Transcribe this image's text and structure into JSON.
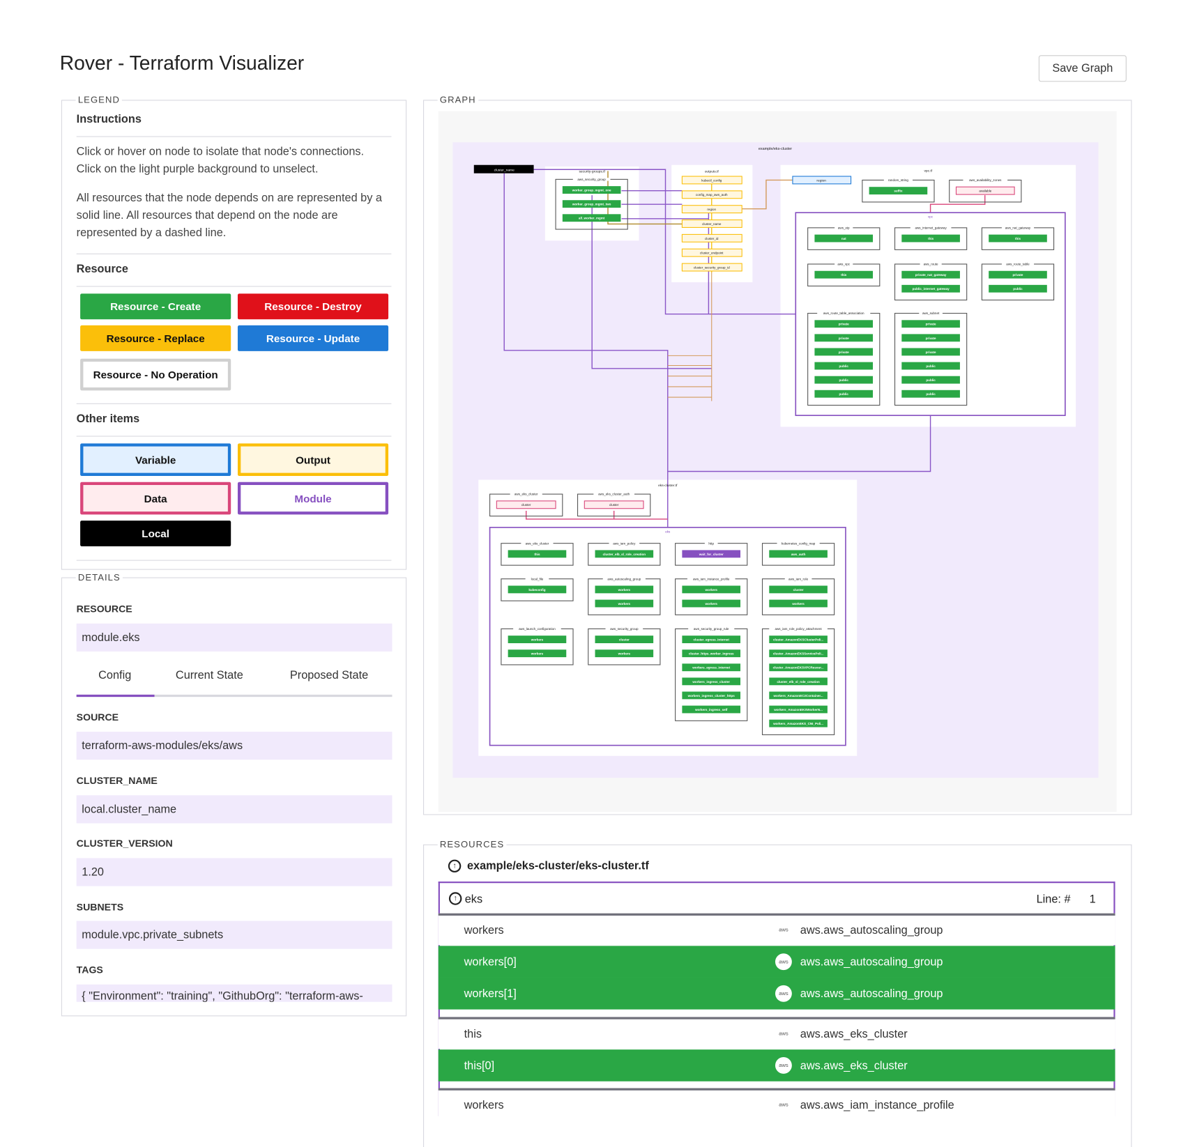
{
  "app": {
    "title": "Rover - Terraform Visualizer",
    "save_label": "Save Graph"
  },
  "legend": {
    "label": "LEGEND",
    "instructions_heading": "Instructions",
    "instructions_p1": "Click or hover on node to isolate that node's connections. Click on the light purple background to unselect.",
    "instructions_p2": "All resources that the node depends on are represented by a solid line. All resources that depend on the node are represented by a dashed line.",
    "resource_heading": "Resource",
    "resource_items": [
      {
        "label": "Resource - Create",
        "color": "#2aa745"
      },
      {
        "label": "Resource - Destroy",
        "color": "#e0111a"
      },
      {
        "label": "Resource - Replace",
        "color": "#fbbf0a"
      },
      {
        "label": "Resource - Update",
        "color": "#1f7ad6"
      },
      {
        "label": "Resource - No Operation",
        "color": "#ffffff"
      }
    ],
    "other_heading": "Other items",
    "other_items": [
      {
        "label": "Variable",
        "color": "#1f7ad6"
      },
      {
        "label": "Output",
        "color": "#fbbf0a"
      },
      {
        "label": "Data",
        "color": "#d9467a"
      },
      {
        "label": "Module",
        "color": "#8650c0"
      },
      {
        "label": "Local",
        "color": "#000000"
      }
    ]
  },
  "details": {
    "label": "DETAILS",
    "resource_label": "RESOURCE",
    "resource_value": "module.eks",
    "tabs": [
      {
        "label": "Config",
        "active": true
      },
      {
        "label": "Current State",
        "active": false
      },
      {
        "label": "Proposed State",
        "active": false
      }
    ],
    "fields": [
      {
        "key": "SOURCE",
        "value": "terraform-aws-modules/eks/aws"
      },
      {
        "key": "CLUSTER_NAME",
        "value": "local.cluster_name"
      },
      {
        "key": "CLUSTER_VERSION",
        "value": "1.20"
      },
      {
        "key": "SUBNETS",
        "value": "module.vpc.private_subnets"
      },
      {
        "key": "TAGS",
        "value": "{ \"Environment\": \"training\", \"GithubOrg\": \"terraform-aws-"
      }
    ]
  },
  "graph": {
    "label": "GRAPH",
    "title": "example/eks-cluster",
    "local": "cluster_name",
    "variable": "region",
    "security_file": {
      "label": "security-groups.tf",
      "group": {
        "label": "aws_security_group",
        "nodes": [
          "worker_group_mgmt_one",
          "worker_group_mgmt_two",
          "all_worker_mgmt"
        ]
      }
    },
    "outputs_file": {
      "label": "outputs.tf",
      "outputs": [
        "kubectl_config",
        "config_map_aws_auth",
        "region",
        "cluster_name",
        "cluster_id",
        "cluster_endpoint",
        "cluster_security_group_id"
      ]
    },
    "vpc_file": {
      "label": "vpc.tf",
      "groups": [
        {
          "label": "random_string",
          "kind": "create",
          "nodes": [
            "suffix"
          ]
        },
        {
          "label": "aws_availability_zones",
          "kind": "data",
          "nodes": [
            "available"
          ]
        }
      ],
      "module": {
        "label": "vpc",
        "groups": [
          {
            "label": "aws_eip",
            "nodes": [
              "nat"
            ]
          },
          {
            "label": "aws_internet_gateway",
            "nodes": [
              "this"
            ]
          },
          {
            "label": "aws_nat_gateway",
            "nodes": [
              "this"
            ]
          },
          {
            "label": "aws_vpc",
            "nodes": [
              "this"
            ]
          },
          {
            "label": "aws_route",
            "nodes": [
              "private_nat_gateway",
              "public_internet_gateway"
            ]
          },
          {
            "label": "aws_route_table",
            "nodes": [
              "private",
              "public"
            ]
          },
          {
            "label": "aws_route_table_association",
            "nodes": [
              "private",
              "private",
              "private",
              "public",
              "public",
              "public"
            ]
          },
          {
            "label": "aws_subnet",
            "nodes": [
              "private",
              "private",
              "private",
              "public",
              "public",
              "public"
            ]
          }
        ]
      }
    },
    "eks_file": {
      "label": "eks-cluster.tf",
      "groups": [
        {
          "label": "aws_eks_cluster",
          "kind": "data",
          "nodes": [
            "cluster"
          ]
        },
        {
          "label": "aws_eks_cluster_auth",
          "kind": "data",
          "nodes": [
            "cluster"
          ]
        }
      ],
      "module": {
        "label": "eks",
        "groups": [
          {
            "label": "aws_eks_cluster",
            "nodes": [
              "this"
            ]
          },
          {
            "label": "aws_iam_policy",
            "nodes": [
              "cluster_elb_sl_role_creation"
            ]
          },
          {
            "label": "http",
            "kind": "module",
            "nodes": [
              "wait_for_cluster"
            ]
          },
          {
            "label": "kubernetes_config_map",
            "nodes": [
              "aws_auth"
            ]
          },
          {
            "label": "local_file",
            "nodes": [
              "kubeconfig"
            ]
          },
          {
            "label": "aws_autoscaling_group",
            "nodes": [
              "workers",
              "workers"
            ]
          },
          {
            "label": "aws_iam_instance_profile",
            "nodes": [
              "workers",
              "workers"
            ]
          },
          {
            "label": "aws_iam_role",
            "nodes": [
              "cluster",
              "workers"
            ]
          },
          {
            "label": "aws_launch_configuration",
            "nodes": [
              "workers",
              "workers"
            ]
          },
          {
            "label": "aws_security_group",
            "nodes": [
              "cluster",
              "workers"
            ]
          },
          {
            "label": "aws_security_group_rule",
            "nodes": [
              "cluster_egress_internet",
              "cluster_https_worker_ingress",
              "workers_egress_internet",
              "workers_ingress_cluster",
              "workers_ingress_cluster_https",
              "workers_ingress_self"
            ]
          },
          {
            "label": "aws_iam_role_policy_attachment",
            "nodes": [
              "cluster_AmazonEKSClusterPoli...",
              "cluster_AmazonEKSServicePoli...",
              "cluster_AmazonEKSVPCResour...",
              "cluster_elb_sl_role_creation",
              "workers_AmazonEC2Container...",
              "workers_AmazonEKSWorkerN...",
              "workers_AmazonEKS_CNI_Poli..."
            ]
          }
        ]
      }
    }
  },
  "resources": {
    "label": "RESOURCES",
    "file": "example/eks-cluster/eks-cluster.tf",
    "module": {
      "name": "eks",
      "line_label": "Line: #",
      "line": "1"
    },
    "rows": [
      {
        "name": "workers",
        "type": "aws.aws_autoscaling_group",
        "style": "white"
      },
      {
        "name": "workers[0]",
        "type": "aws.aws_autoscaling_group",
        "style": "green"
      },
      {
        "name": "workers[1]",
        "type": "aws.aws_autoscaling_group",
        "style": "green"
      },
      {
        "name": "this",
        "type": "aws.aws_eks_cluster",
        "style": "white"
      },
      {
        "name": "this[0]",
        "type": "aws.aws_eks_cluster",
        "style": "green"
      },
      {
        "name": "workers",
        "type": "aws.aws_iam_instance_profile",
        "style": "white"
      }
    ],
    "provider_icon": "aws-logo-icon"
  },
  "colors": {
    "create": "#2aa745",
    "module": "#8650c0",
    "module_bg": "#f1eafc",
    "data": "#d9467a",
    "output": "#fbbf0a",
    "variable": "#1f7ad6"
  }
}
